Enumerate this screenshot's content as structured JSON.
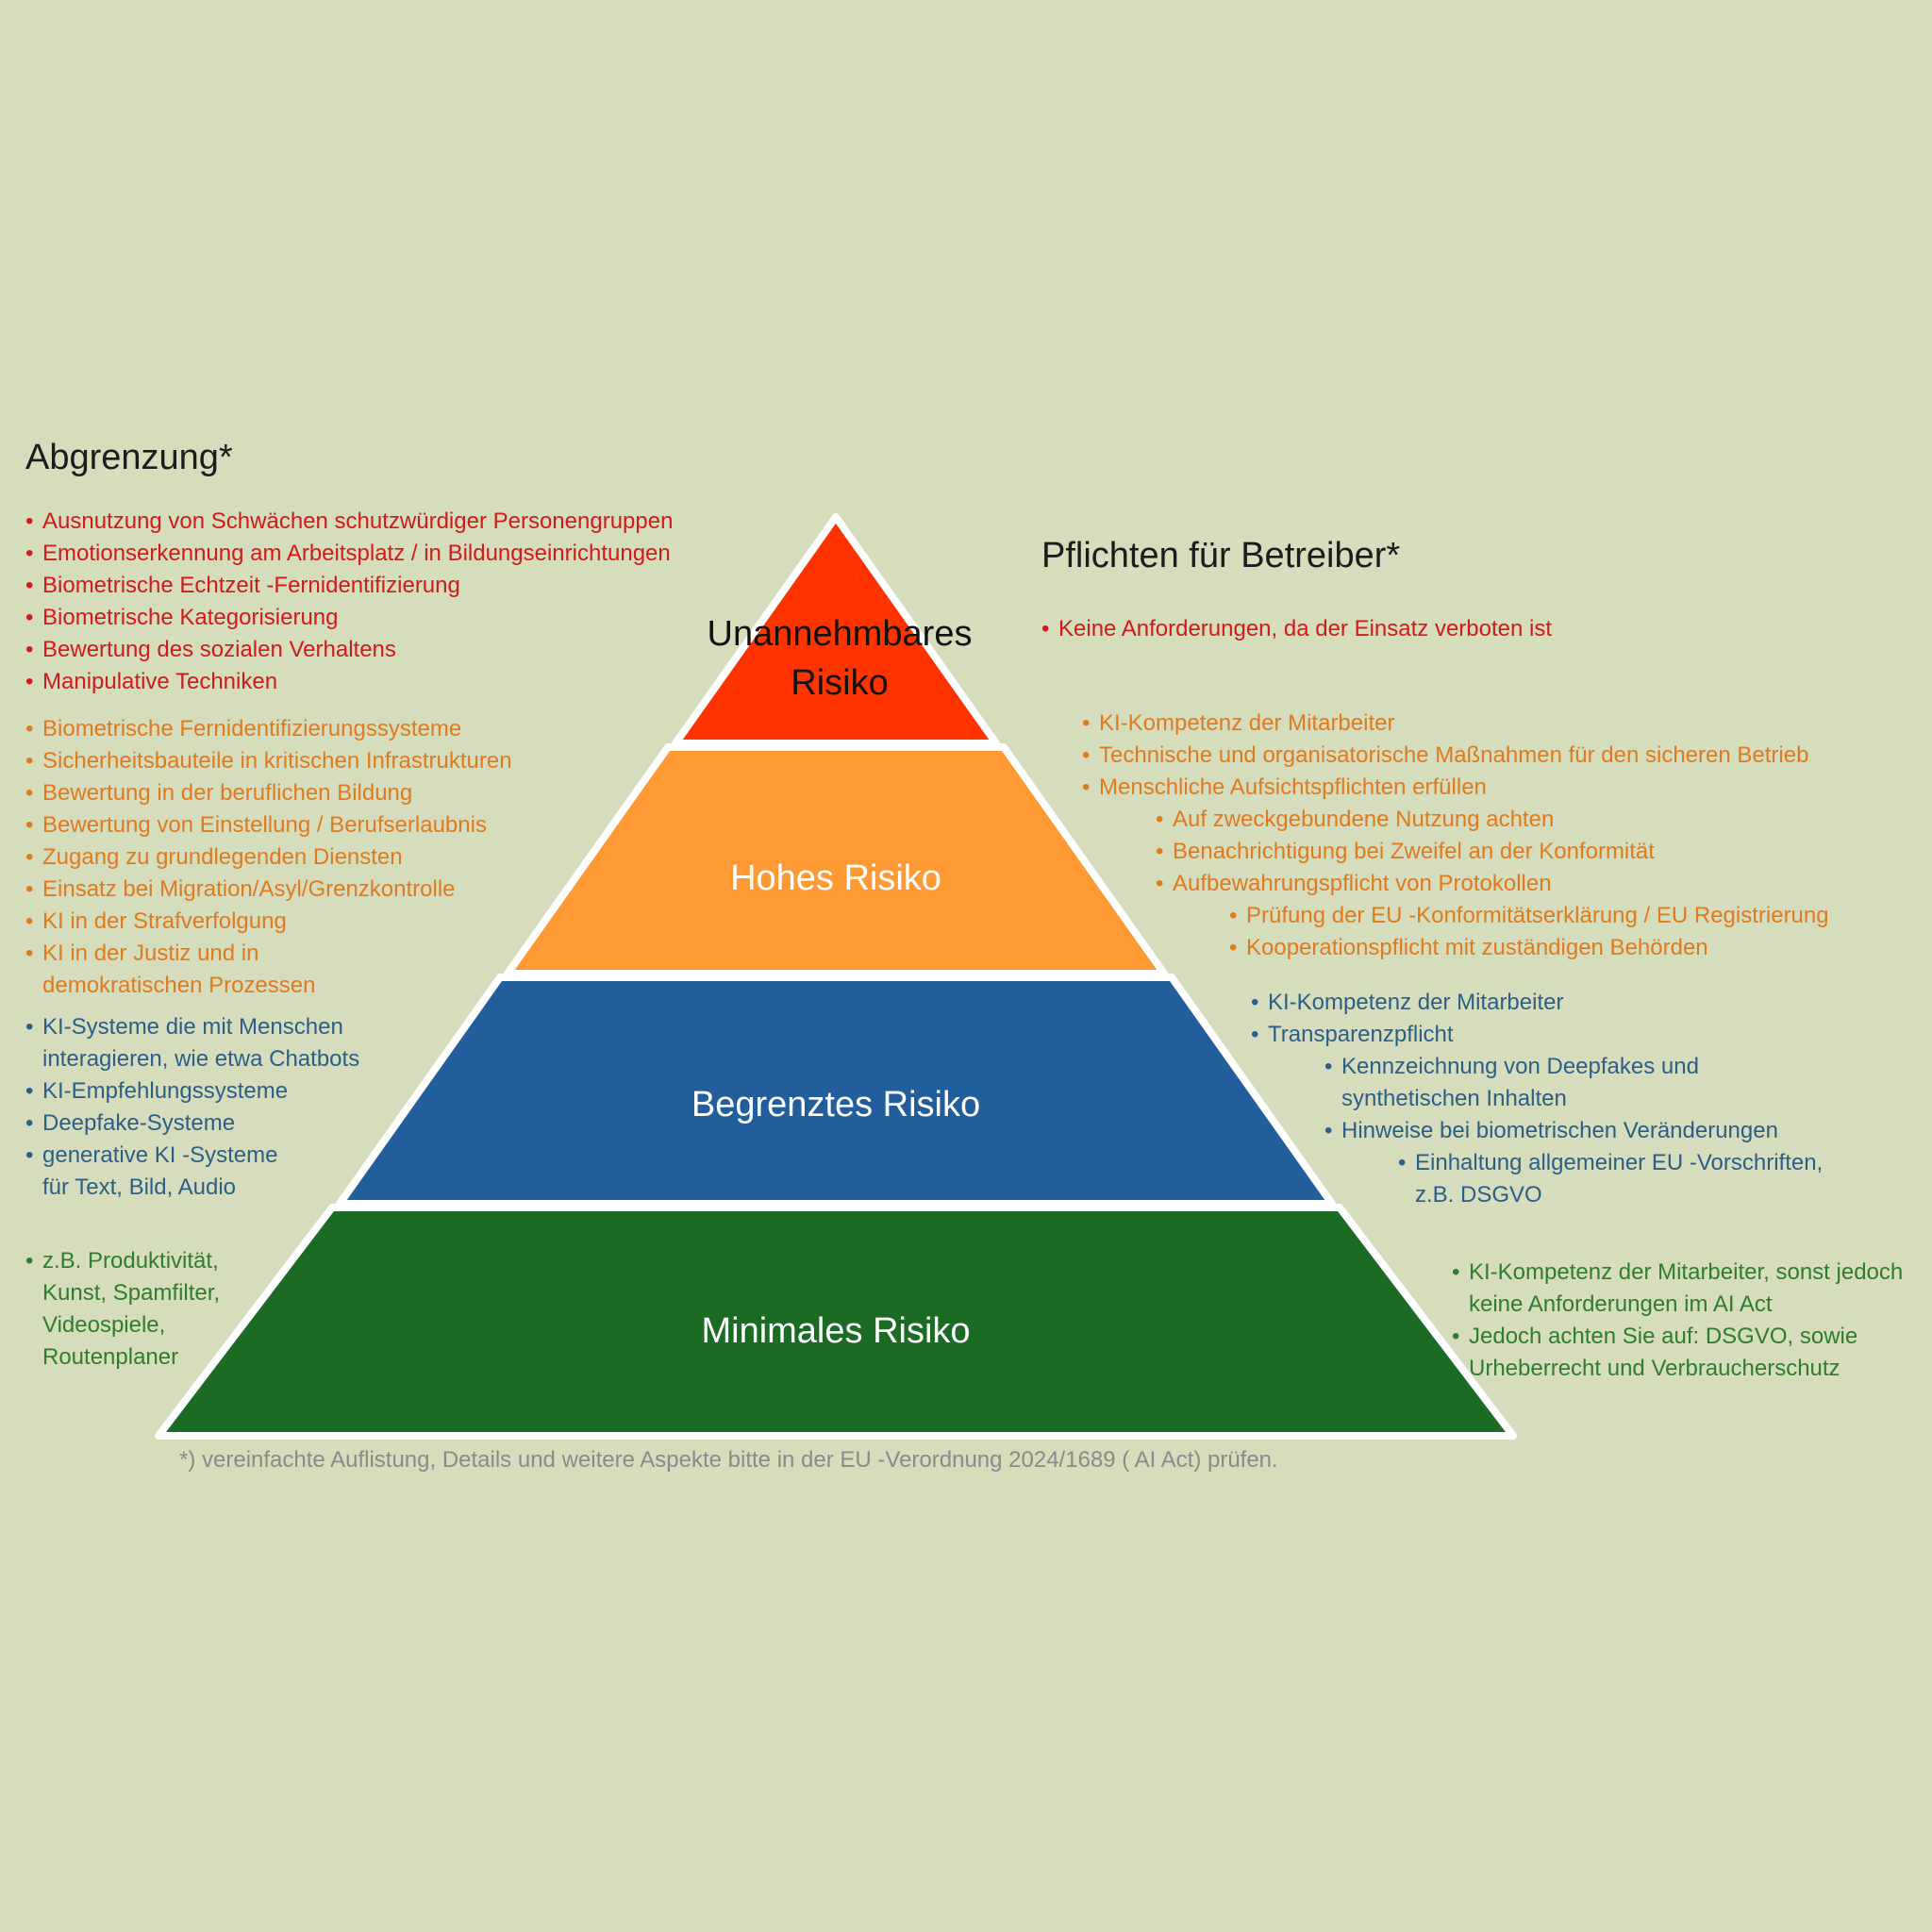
{
  "left_heading": "Abgrenzung*",
  "right_heading": "Pflichten für Betreiber*",
  "tiers": [
    {
      "label_line1": "Unannehmbares",
      "label_line2": "Risiko",
      "color": "#ff3300"
    },
    {
      "label_line1": "Hohes Risiko",
      "color": "#ff9933"
    },
    {
      "label_line1": "Begrenztes Risiko",
      "color": "#225e9c"
    },
    {
      "label_line1": "Minimales Risiko",
      "color": "#1b6b25"
    }
  ],
  "left_lists": [
    [
      "Ausnutzung von Schwächen  schutzwürdiger Personengruppen",
      "Emotionserkennung am Arbeitsplatz / in Bildungseinrichtungen",
      "Biometrische Echtzeit -Fernidentifizierung",
      "Biometrische Kategorisierung",
      "Bewertung des sozialen Verhaltens",
      "Manipulative Techniken"
    ],
    [
      "Biometrische Fernidentifizierungssysteme",
      "Sicherheitsbauteile in kritischen Infrastrukturen",
      "Bewertung in der beruflichen Bildung",
      "Bewertung von Einstellung / Berufserlaubnis",
      "Zugang zu grundlegenden Diensten",
      "Einsatz bei Migration/Asyl/Grenzkontrolle",
      "KI in der Strafverfolgung",
      "KI in der Justiz und in demokratischen Prozessen"
    ],
    [
      "KI-Systeme die mit Menschen interagieren, wie etwa Chatbots",
      "KI-Empfehlungssysteme",
      "Deepfake-Systeme",
      "generative KI -Systeme für Text, Bild, Audio"
    ],
    [
      "z.B. Produktivität, Kunst, Spamfilter, Videospiele, Routenplaner"
    ]
  ],
  "right_lists": [
    [
      {
        "text": "Keine Anforderungen, da der  Einsatz verboten  ist",
        "level": 0
      }
    ],
    [
      {
        "text": "KI-Kompetenz der Mitarbeiter",
        "level": 0
      },
      {
        "text": "Technische und organisatorische Maßnahmen für den sicheren Betrieb",
        "level": 0
      },
      {
        "text": "Menschliche Aufsichtspflichten erfüllen",
        "level": 0
      },
      {
        "text": "Auf zweckgebundene Nutzung achten",
        "level": 1
      },
      {
        "text": " Benachrichtigung bei Zweifel an der Konformität",
        "level": 1
      },
      {
        "text": "Aufbewahrungspflicht von Protokollen",
        "level": 1
      },
      {
        "text": "Prüfung der EU -Konformitätserklärung / EU Registrierung",
        "level": 2
      },
      {
        "text": "Kooperationspflicht mit zuständigen Behörden",
        "level": 2
      }
    ],
    [
      {
        "text": "KI-Kompetenz der Mitarbeiter",
        "level": 0
      },
      {
        "text": "Transparenzpflicht",
        "level": 0
      },
      {
        "text": "Kennzeichnung von Deepfakes und synthetischen Inhalten",
        "level": 1
      },
      {
        "text": "Hinweise bei biometrischen Veränderungen",
        "level": 1
      },
      {
        "text": "Einhaltung allgemeiner EU -Vorschriften, z.B. DSGVO",
        "level": 2
      }
    ],
    [
      {
        "text": "KI-Kompetenz der Mitarbeiter, sonst jedoch keine Anforderungen im  AI Act",
        "level": 0
      },
      {
        "text": "Jedoch achten Sie auf: DSGVO, sowie Urheberrecht und Verbraucherschutz",
        "level": 0
      }
    ]
  ],
  "footnote": "*) vereinfachte Auflistung, Details und weitere Aspekte bitte in der EU   -Verordnung 2024/1689 ( AI Act) prüfen."
}
